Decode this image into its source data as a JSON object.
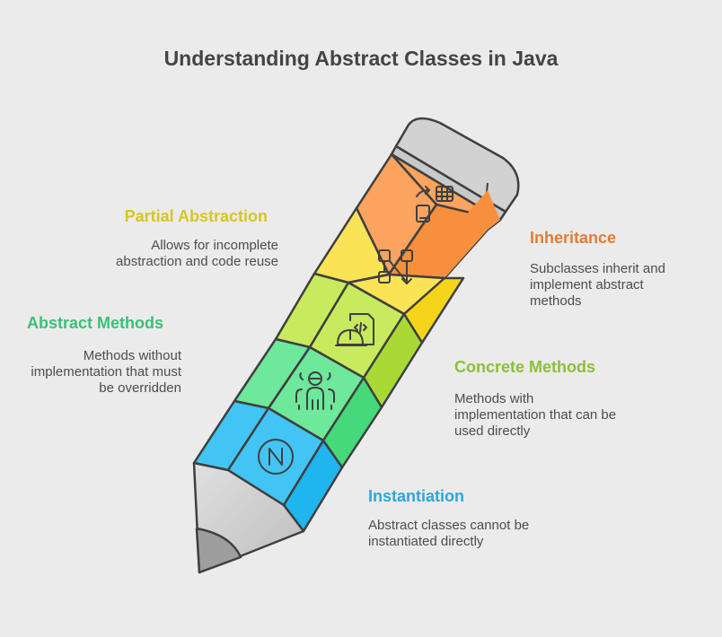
{
  "title": "Understanding Abstract Classes in Java",
  "sections": [
    {
      "heading": "Partial Abstraction",
      "color": "#d8c521",
      "text": [
        "Allows for incomplete",
        "abstraction and code reuse"
      ]
    },
    {
      "heading": "Inheritance",
      "color": "#e07d35",
      "text": [
        "Subclasses inherit and",
        "implement abstract",
        "methods"
      ]
    },
    {
      "heading": "Abstract Methods",
      "color": "#3bbf77",
      "text": [
        "Methods without",
        "implementation that must",
        "be overridden"
      ]
    },
    {
      "heading": "Concrete Methods",
      "color": "#8cbf3a",
      "text": [
        "Methods with",
        "implementation that can be",
        "used directly"
      ]
    },
    {
      "heading": "Instantiation",
      "color": "#2ea6d8",
      "text": [
        "Abstract classes cannot be",
        "instantiated directly"
      ]
    }
  ],
  "pencil_colors": {
    "orange": "#fba45f",
    "yellow": "#fbe356",
    "lime": "#c8ea5e",
    "green": "#6ee89a",
    "blue": "#42c5f5"
  },
  "icons": [
    "data-transfer-icon",
    "flowchart-icon",
    "code-file-worker-icon",
    "team-icon",
    "n-circle-icon"
  ]
}
